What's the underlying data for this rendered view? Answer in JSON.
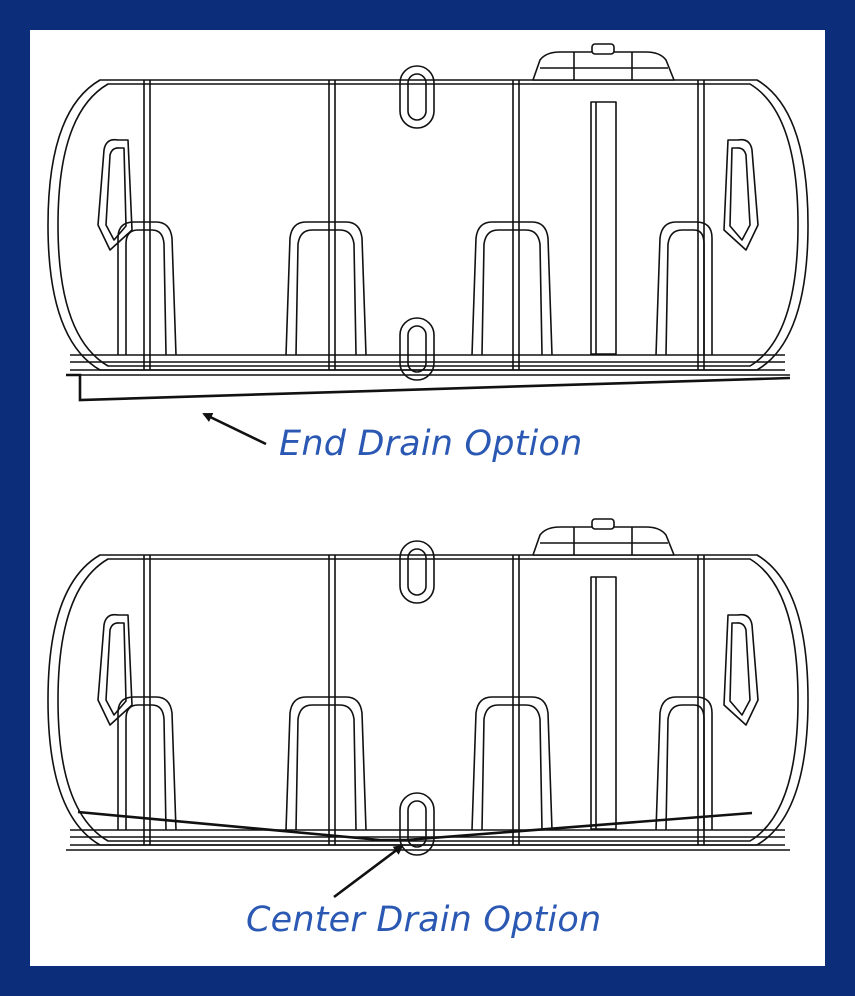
{
  "labels": {
    "end_drain": "End Drain Option",
    "center_drain": "Center Drain Option"
  },
  "colors": {
    "border": "#0b2d7a",
    "background": "#ffffff",
    "line": "#111111",
    "label": "#2a58b3"
  },
  "tanks": [
    {
      "name": "tank-end-drain",
      "drain": "end"
    },
    {
      "name": "tank-center-drain",
      "drain": "center"
    }
  ]
}
